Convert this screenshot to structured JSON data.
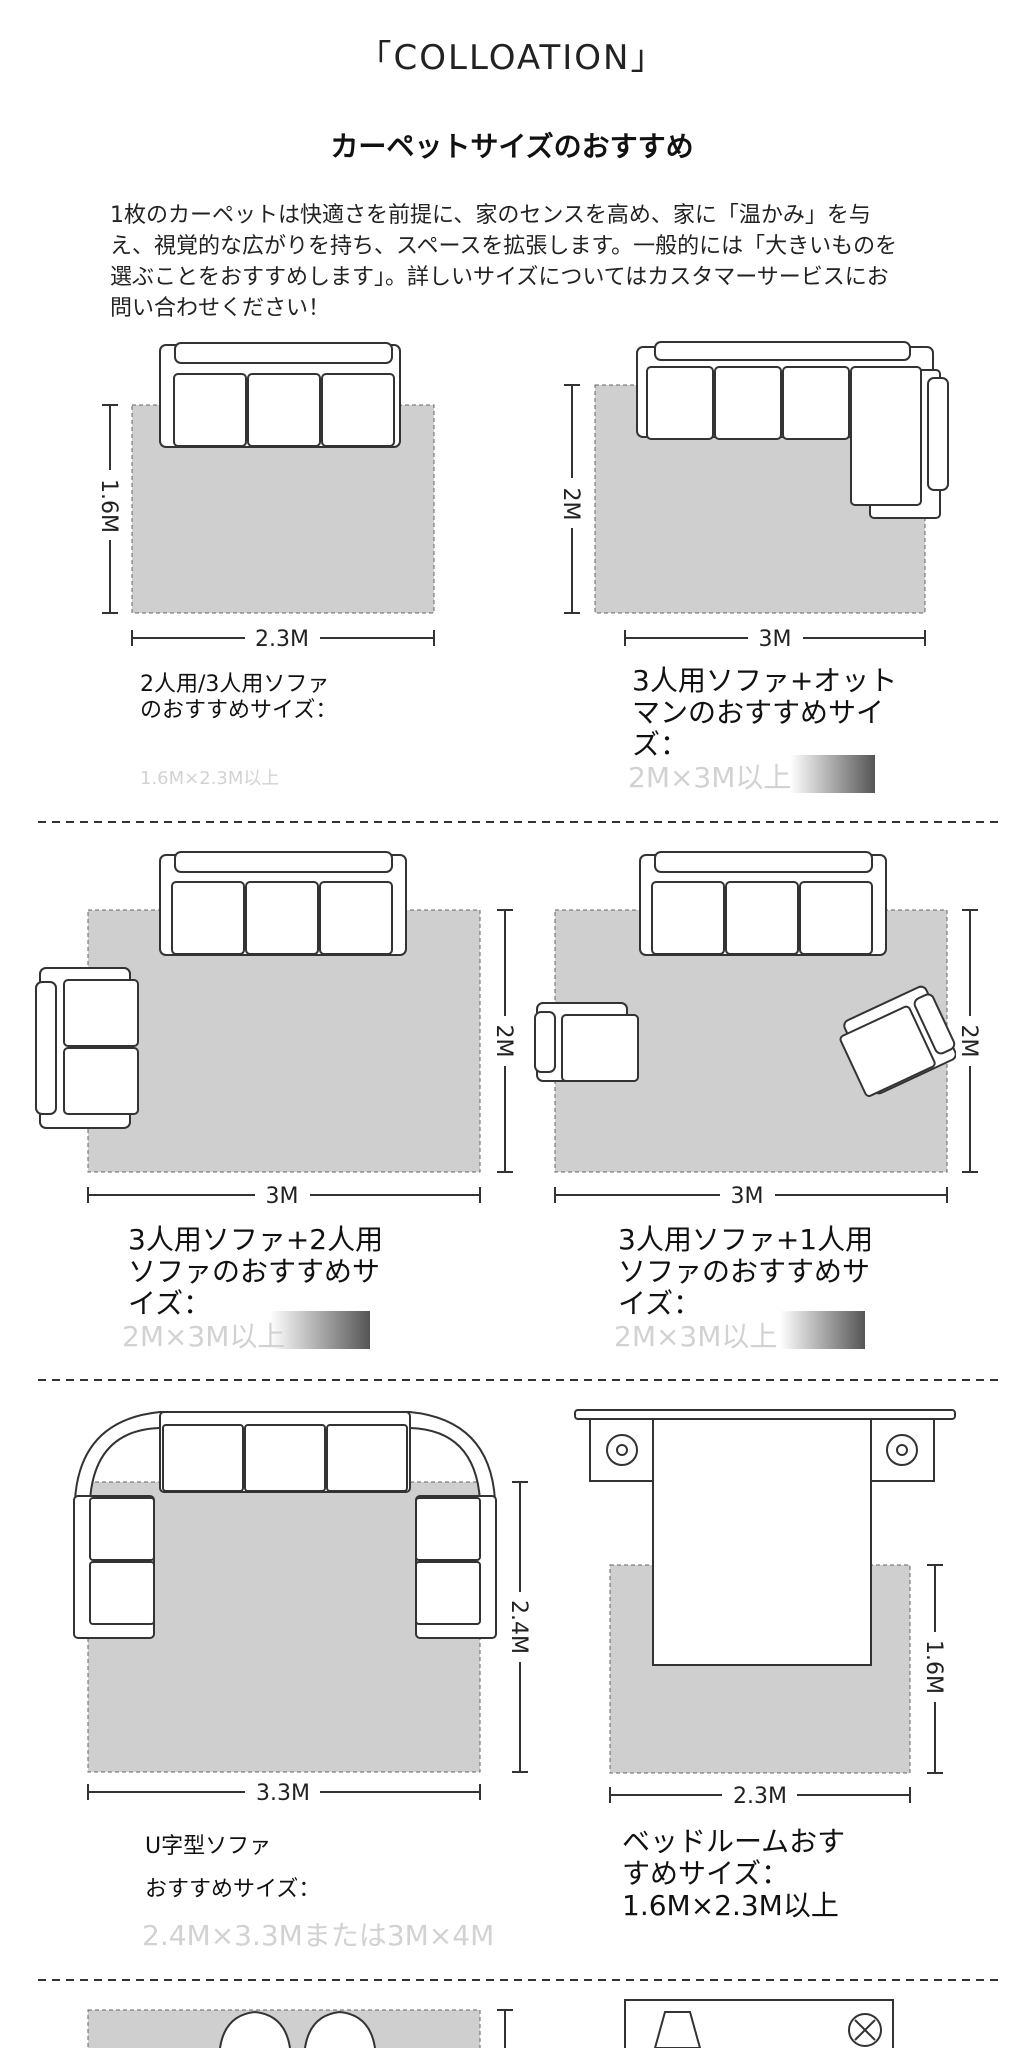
{
  "header": {
    "brand": "「COLLOATION」",
    "title": "カーペットサイズのおすすめ",
    "intro": "1枚のカーペットは快適さを前提に、家のセンスを高め、家に「温かみ」を与え、視覚的な広がりを持ち、スペースを拡張します。一般的には「大きいものを選ぶことをおすすめします」。詳しいサイズについてはカスタマーサービスにお問い合わせください！"
  },
  "layouts": [
    {
      "name": "2人用/3人用ソファのおすすめサイズ：",
      "size": "1.6M×2.3M以上",
      "width_label": "2.3M",
      "height_label": "1.6M"
    },
    {
      "name": "3人用ソファ+オットマンのおすすめサイズ：",
      "size": "2M×3M以上",
      "width_label": "3M",
      "height_label": "2M"
    },
    {
      "name": "3人用ソファ+2人用ソファのおすすめサイズ：",
      "size": "2M×3M以上",
      "width_label": "3M",
      "height_label": "2M"
    },
    {
      "name": "3人用ソファ+1人用ソファのおすすめサイズ：",
      "size": "2M×3M以上",
      "width_label": "3M",
      "height_label": "2M"
    },
    {
      "name": "U字型ソファ",
      "name2": "おすすめサイズ：",
      "size": "2.4M×3.3Mまたは3M×4M",
      "width_label": "3.3M",
      "height_label": "2.4M"
    },
    {
      "name": "ベッドルームおすすめサイズ：1.6M×2.3M以上",
      "width_label": "2.3M",
      "height_label": "1.6M"
    }
  ],
  "colors": {
    "rug": "#cfcfcf",
    "line": "#333333",
    "faded": "#d2d2d2"
  }
}
